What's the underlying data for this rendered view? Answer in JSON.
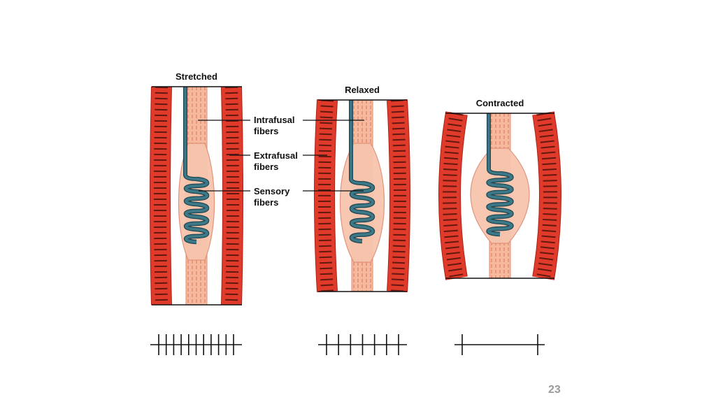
{
  "panels": [
    {
      "title": "Stretched",
      "spike_count": 11
    },
    {
      "title": "Relaxed",
      "spike_count": 7
    },
    {
      "title": "Contracted",
      "spike_count": 2
    }
  ],
  "labels": {
    "intrafusal": [
      "Intrafusal",
      "fibers"
    ],
    "extrafusal": [
      "Extrafusal",
      "fibers"
    ],
    "sensory": [
      "Sensory",
      "fibers"
    ]
  },
  "page_number": "23",
  "colors": {
    "extrafusal": "#e03a2a",
    "extrafusal_dark": "#a8241a",
    "intrafusal": "#f6b99e",
    "intrafusal_stripe": "#e68a72",
    "spindle": "#f7c5ad",
    "sensory": "#3d7886",
    "sensory_dark": "#1f4652"
  }
}
